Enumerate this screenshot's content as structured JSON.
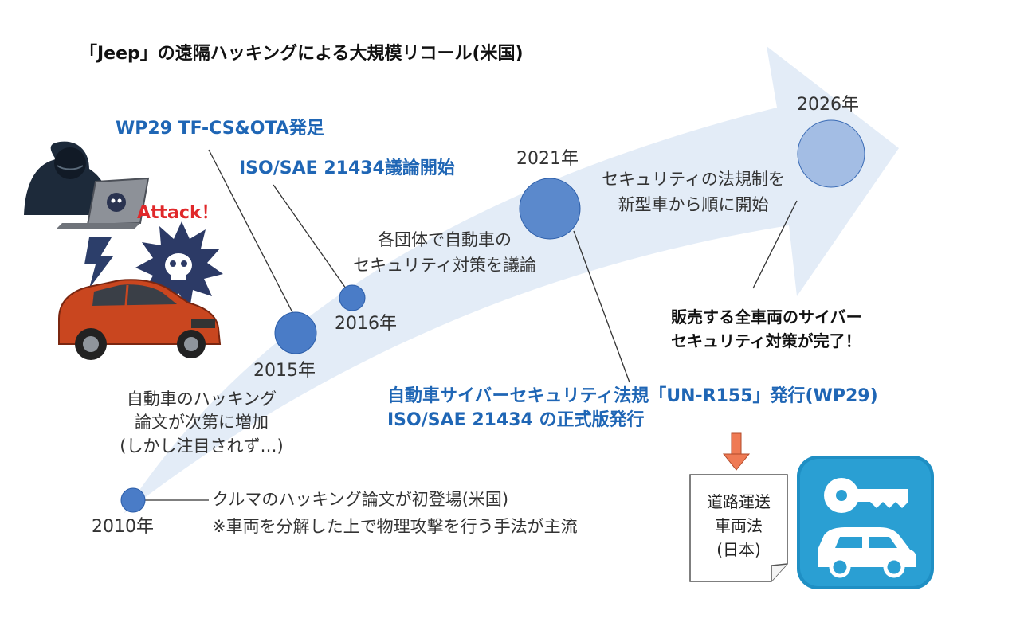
{
  "title": "「Jeep」の遠隔ハッキングによる大規模リコール(米国)",
  "attack_label": "Attack！",
  "milestones": {
    "y2010": {
      "year": "2010年",
      "lines": [
        "クルマのハッキング論文が初登場(米国)",
        "※車両を分解した上で物理攻撃を行う手法が主流"
      ]
    },
    "y2015": {
      "year": "2015年",
      "lines": [
        "自動車のハッキング",
        "論文が次第に増加",
        "(しかし注目されず…)"
      ],
      "event": "WP29 TF-CS&OTA発足"
    },
    "y2016": {
      "year": "2016年",
      "lines": [
        "各団体で自動車の",
        "セキュリティ対策を議論"
      ],
      "event": "ISO/SAE 21434議論開始"
    },
    "y2021": {
      "year": "2021年",
      "lines": [
        "セキュリティの法規制を",
        "新型車から順に開始"
      ],
      "events": [
        "自動車サイバーセキュリティ法規「UN-R155」発行(WP29)",
        "ISO/SAE 21434 の正式版発行"
      ]
    },
    "y2026": {
      "year": "2026年",
      "lines": [
        "販売する全車両のサイバー",
        "セキュリティ対策が完了！"
      ]
    }
  },
  "document": {
    "lines": [
      "道路運送",
      "車両法",
      "(日本)"
    ]
  },
  "colors": {
    "arrow": "#e3ecf7",
    "dot": "#4a7cc7",
    "dot_light": "#a3bde4",
    "event_text": "#1f66b5",
    "attack_text": "#e0282a",
    "app_icon_bg": "#1f8fc4",
    "car_body": "#c9461f",
    "pointer_arrow": "#ef7a54"
  },
  "icons": [
    "hacker-icon",
    "laptop-icon",
    "lightning-icon",
    "skull-burst-icon",
    "suv-car-icon",
    "down-arrow-icon",
    "document-icon",
    "key-car-app-icon"
  ]
}
